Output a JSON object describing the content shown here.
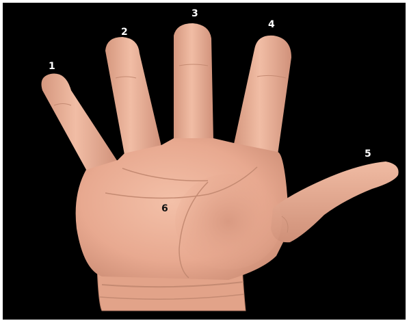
{
  "figure": {
    "labels": [
      {
        "id": "1",
        "text": "1"
      },
      {
        "id": "2",
        "text": "2"
      },
      {
        "id": "3",
        "text": "3"
      },
      {
        "id": "4",
        "text": "4"
      },
      {
        "id": "5",
        "text": "5"
      },
      {
        "id": "6",
        "text": "6"
      }
    ],
    "colors": {
      "background": "#000000",
      "skin": "#e8a990",
      "skin_shadow": "#c98a72",
      "skin_highlight": "#f3c0a8"
    }
  }
}
